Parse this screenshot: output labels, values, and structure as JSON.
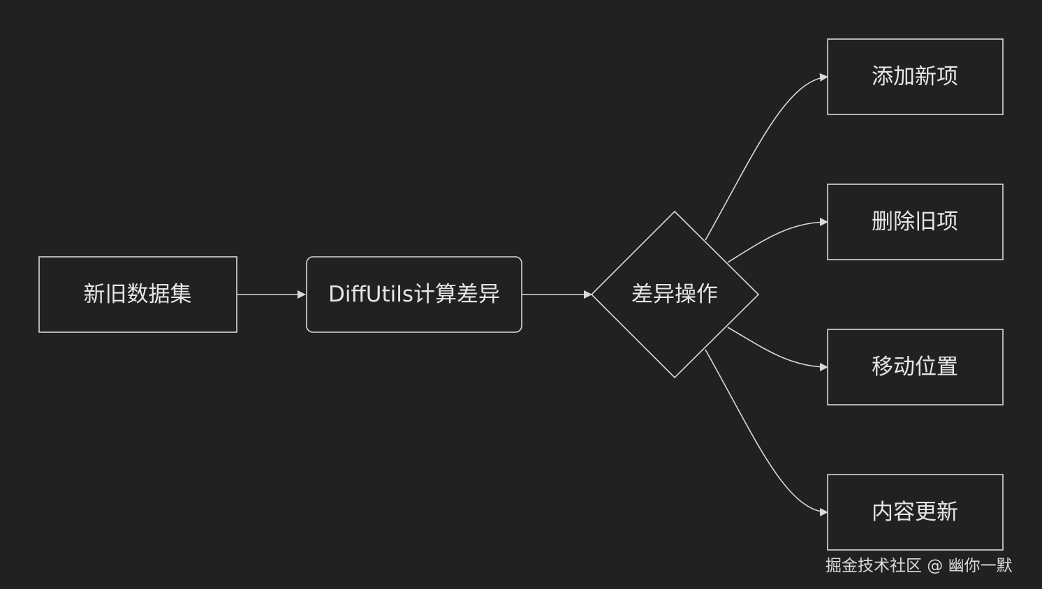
{
  "nodes": {
    "source": "新旧数据集",
    "diff": "DiffUtils计算差异",
    "decision": "差异操作",
    "add": "添加新项",
    "remove": "删除旧项",
    "move": "移动位置",
    "update": "内容更新"
  },
  "watermark": "掘金技术社区 @ 幽你一默",
  "colors": {
    "background": "#212121",
    "stroke": "#d9d9d9",
    "text": "#e6e6e6"
  }
}
